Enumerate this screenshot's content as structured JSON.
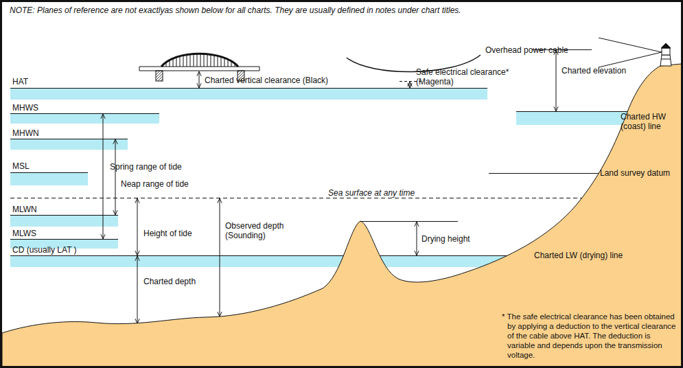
{
  "diagram": {
    "labels": [
      "NOTE: Planes of reference are not exactlyas shown below for all charts. They are usually defined in notes under chart titles.",
      "Overhead power cable",
      "Charted vertical clearance (Black)",
      "Safe electrical clearance* (Magenta)",
      "Charted elevation",
      "HAT",
      "MHWS",
      "MHWN",
      "MSL",
      "MLWN",
      "MLWS",
      "CD (usually LAT )",
      "Spring range of tide",
      "Neap range of tide",
      "Charted HW (coast) line",
      "Land survey datum",
      "Sea surface at any time",
      "Height of tide",
      "Observed depth (Sounding)",
      "Drying height",
      "Charted LW (drying) line",
      "Charted depth",
      "* The safe electrical clearance has been obtained by applying a deduction to the vertical clearance of the cable above HAT. The deduction is variable and depends upon the transmission voltage."
    ]
  }
}
